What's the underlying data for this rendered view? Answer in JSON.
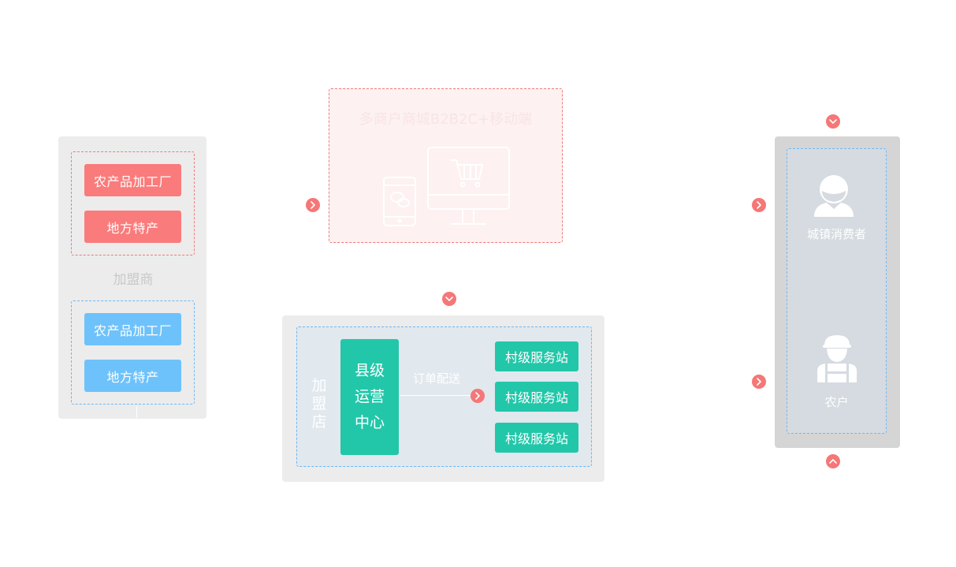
{
  "left": {
    "red_items": [
      "农产品加工厂",
      "地方特产"
    ],
    "blue_items": [
      "农产品加工厂",
      "地方特产"
    ],
    "caption": "加盟商"
  },
  "mall": {
    "title": "多商户商城B2B2C+移动端",
    "icons": [
      "wechat-phone-icon",
      "shopping-cart-monitor-icon"
    ]
  },
  "franchise": {
    "label": "加盟店",
    "center": "县级运营中心",
    "order_label": "订单配送",
    "stations": [
      "村级服务站",
      "村级服务站",
      "村级服务站"
    ]
  },
  "right": {
    "consumer": "城镇消费者",
    "farmer": "农户",
    "icons": [
      "consumer-avatar-icon",
      "farmer-avatar-icon"
    ]
  },
  "colors": {
    "red": "#fa7b7b",
    "blue": "#6ec2fb",
    "green": "#22c7a9",
    "arrow": "#f57777"
  }
}
